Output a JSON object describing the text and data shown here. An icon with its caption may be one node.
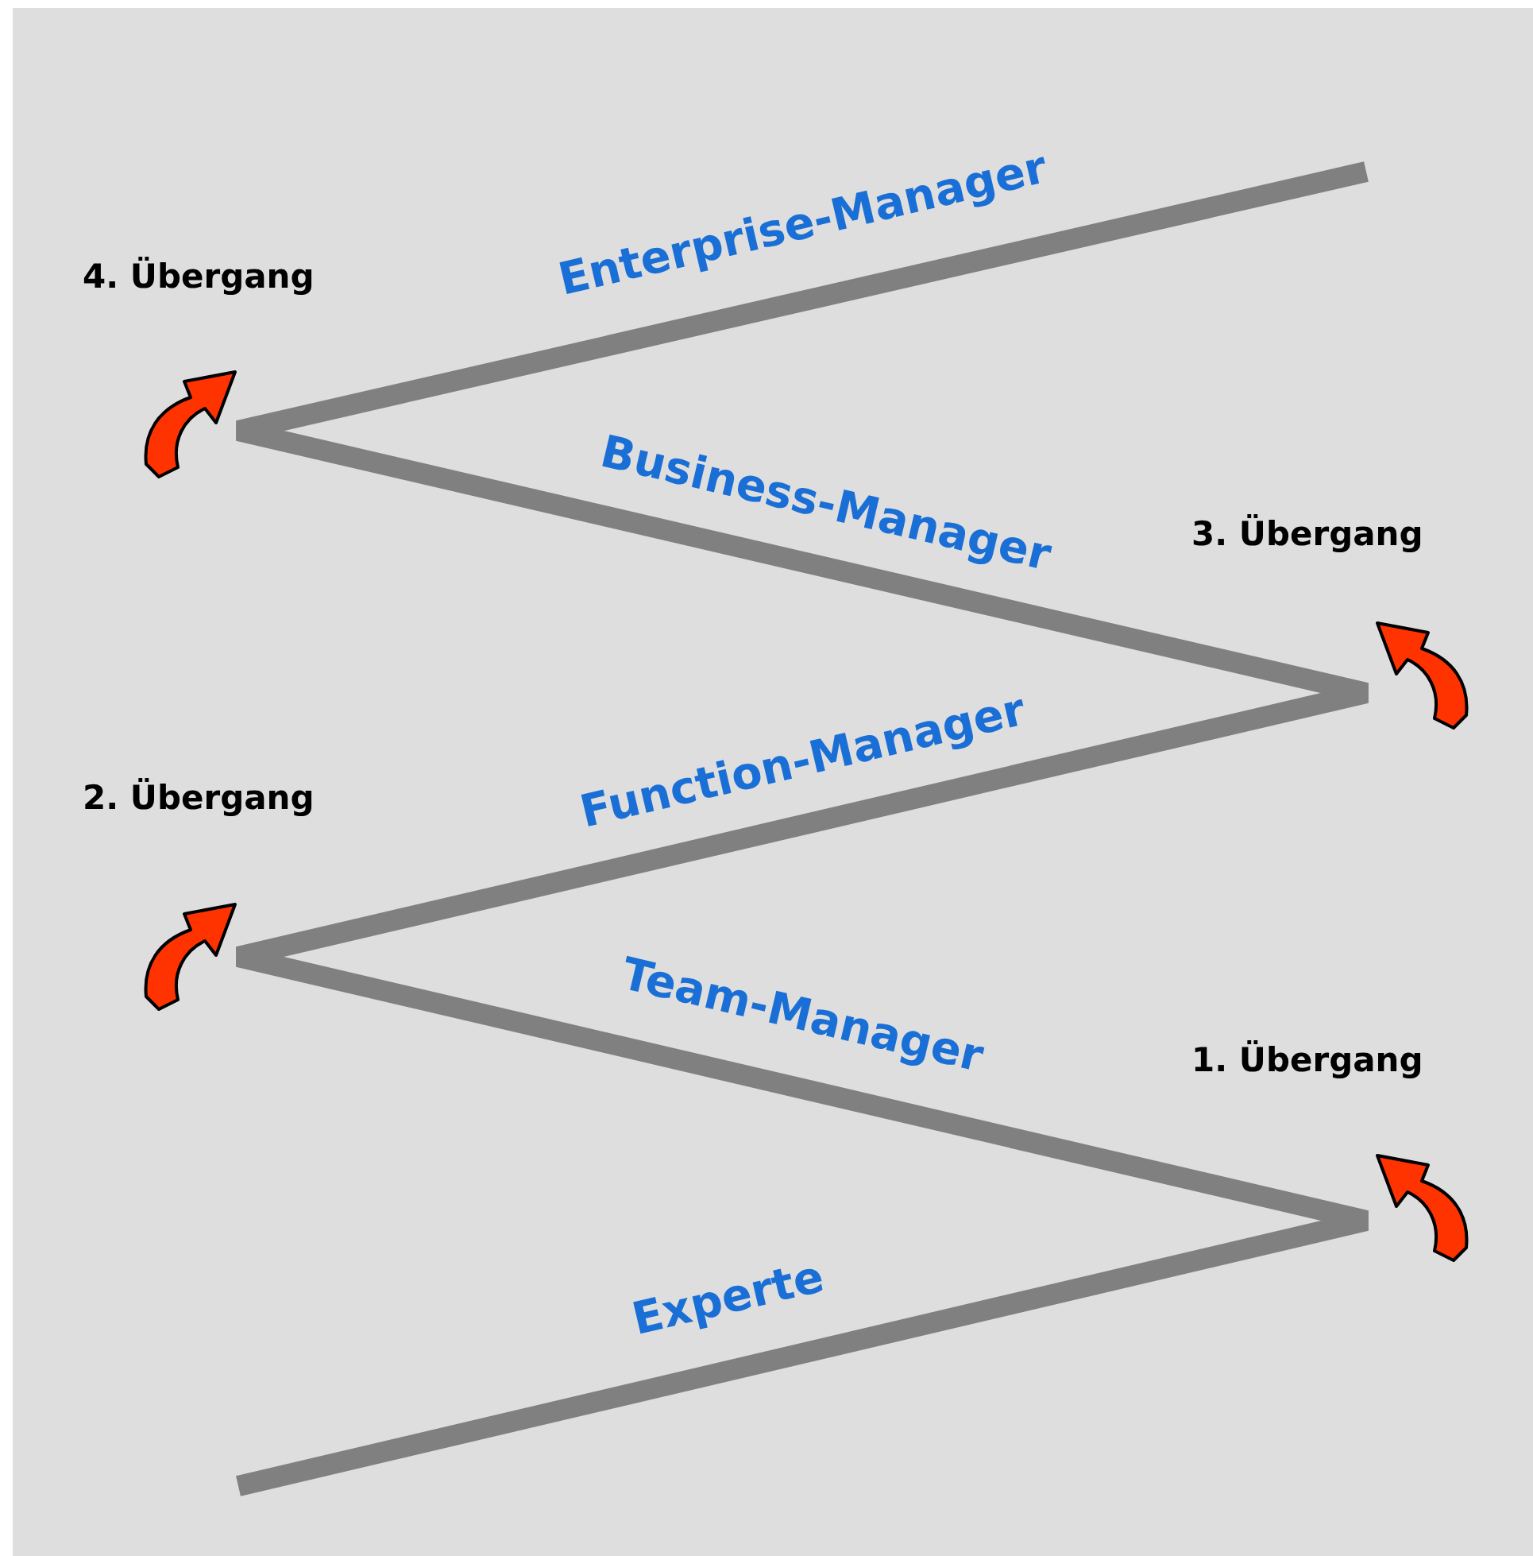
{
  "diagram": {
    "labels": [
      "4. Übergang",
      "Enterprise-Manager",
      "Business-Manager",
      "3. Übergang",
      "Function-Manager",
      "2. Übergang",
      "Team-Manager",
      "1. Übergang",
      "Experte"
    ]
  }
}
